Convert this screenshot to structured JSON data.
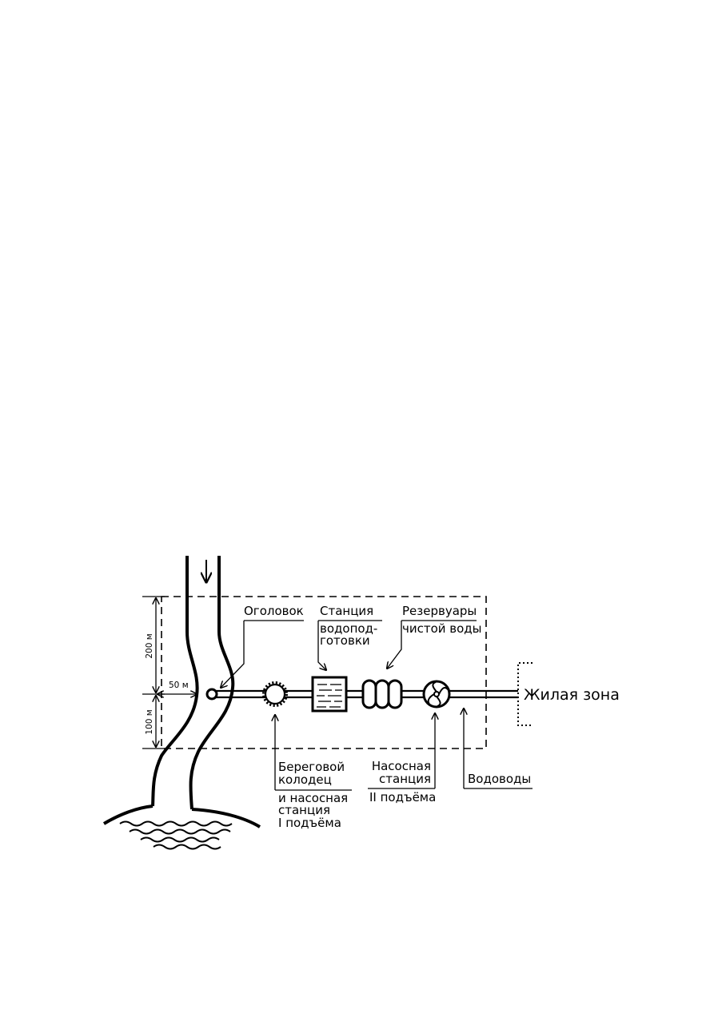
{
  "labels": {
    "ogolovok": "Оголовок",
    "stantsiya_l1": "Станция",
    "stantsiya_l2": "водопод-",
    "stantsiya_l3": "готовки",
    "rezervuary_l1": "Резервуары",
    "rezervuary_l2": "чистой воды",
    "beregovoy_l1": "Береговой",
    "beregovoy_l2": "колодец",
    "beregovoy_l3": "и насосная",
    "beregovoy_l4": "станция",
    "beregovoy_l5": "I подъёма",
    "nasosnaya_l1": "Насосная",
    "nasosnaya_l2": "станция",
    "nasosnaya_l3": "II подъёма",
    "vodovody": "Водоводы",
    "zhilaya_zona": "Жилая зона"
  },
  "dimensions": {
    "upper": "200 м",
    "lower": "100 м",
    "horizontal": "50 м"
  },
  "colors": {
    "ink": "#000000",
    "background": "#ffffff"
  }
}
